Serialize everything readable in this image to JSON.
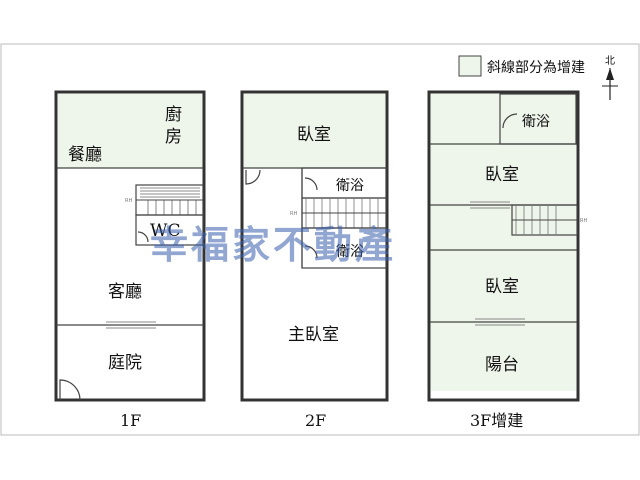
{
  "legend": {
    "label": "斜線部分為增建",
    "swatch_color": "#eef5ea"
  },
  "north": {
    "label": "北"
  },
  "watermark": "幸福家不動產",
  "floors": {
    "f1": {
      "label": "1F",
      "rooms": {
        "kitchen_line1": "廚",
        "kitchen_line2": "房",
        "dining": "餐廳",
        "wc": "WC",
        "living": "客廳",
        "courtyard": "庭院"
      }
    },
    "f2": {
      "label": "2F",
      "rooms": {
        "bedroom": "臥室",
        "bath1": "衛浴",
        "bath2": "衛浴",
        "master": "主臥室"
      }
    },
    "f3": {
      "label": "3F增建",
      "rooms": {
        "bath": "衛浴",
        "bedroom1": "臥室",
        "bedroom2": "臥室",
        "balcony": "陽台"
      }
    }
  },
  "stair_marks": {
    "f1": "RH",
    "f2": "RH",
    "f3": "RH"
  }
}
